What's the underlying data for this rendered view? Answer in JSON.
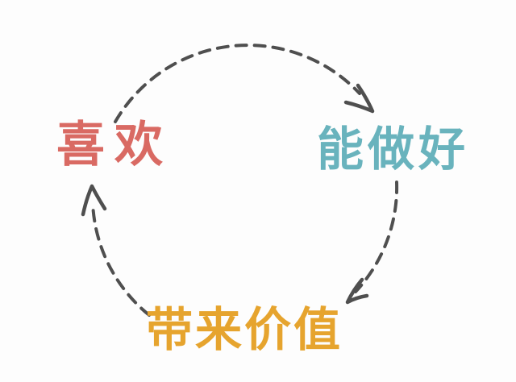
{
  "diagram": {
    "type": "cycle",
    "background": "#fdfdfd",
    "arrow_color": "#4f4f4f",
    "nodes": [
      {
        "id": "like",
        "label": "喜欢",
        "color": "#d96a63"
      },
      {
        "id": "can_do_well",
        "label": "能做好",
        "color": "#69b3bd"
      },
      {
        "id": "bring_value",
        "label": "带来价值",
        "color": "#e6a42e"
      }
    ],
    "edges": [
      {
        "from": "喜欢",
        "to": "能做好",
        "style": "dashed-arc-arrow"
      },
      {
        "from": "能做好",
        "to": "带来价值",
        "style": "dashed-arc-arrow"
      },
      {
        "from": "带来价值",
        "to": "喜欢",
        "style": "dashed-arc-arrow"
      }
    ]
  }
}
